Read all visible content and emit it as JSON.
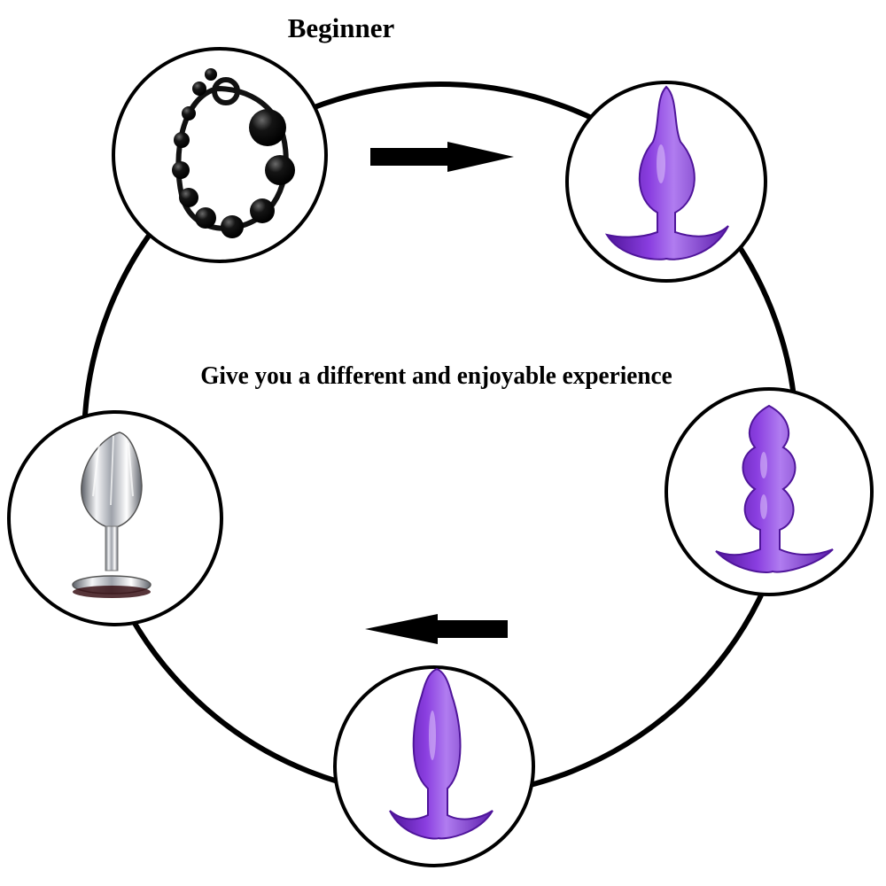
{
  "title": "Beginner",
  "tagline": "Give you a different and enjoyable experience",
  "colors": {
    "ring": "#000000",
    "beads": "#111111",
    "purple": "#7a2fd0",
    "purple_dark": "#4f159a",
    "purple_light": "#b07cf0",
    "metal": "#c9ccd2",
    "metal_dark": "#5c6068"
  },
  "items": [
    {
      "name": "black anal beads",
      "icon": "beads-icon"
    },
    {
      "name": "purple anchor plug",
      "icon": "plug-icon"
    },
    {
      "name": "purple ribbed plug",
      "icon": "ribbed-plug-icon"
    },
    {
      "name": "purple tapered plug",
      "icon": "tapered-plug-icon"
    },
    {
      "name": "metal jeweled plug",
      "icon": "metal-plug-icon"
    }
  ],
  "arrows": [
    {
      "direction": "right",
      "icon": "arrow-right-icon"
    },
    {
      "direction": "left",
      "icon": "arrow-left-icon"
    }
  ]
}
